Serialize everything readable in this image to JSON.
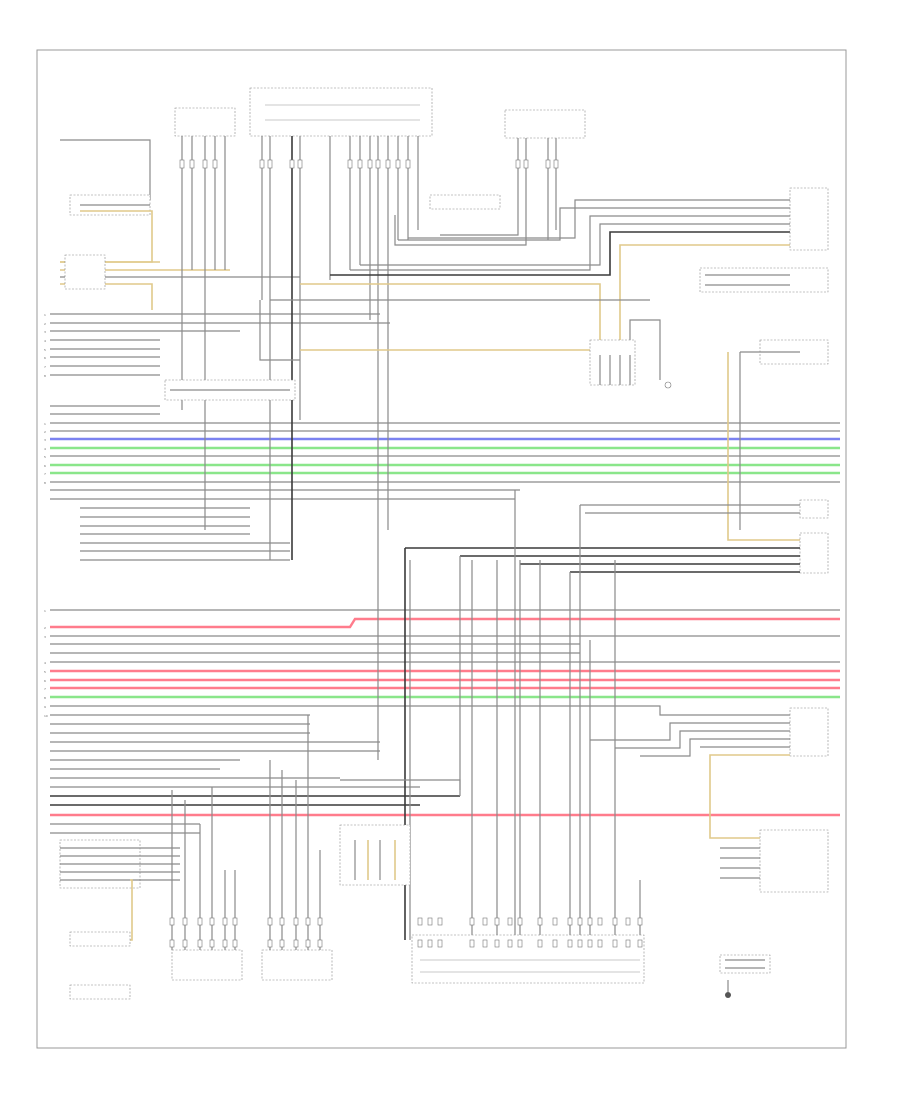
{
  "page_label": "",
  "components": [
    {
      "id": "left-lamp-unit",
      "lines": [
        "",
        "",
        ""
      ]
    },
    {
      "id": "top-center-module",
      "lines": [
        "",
        "",
        ""
      ]
    },
    {
      "id": "top-right-module",
      "lines": [
        "",
        "",
        ""
      ]
    },
    {
      "id": "left-top-sensor",
      "lines": [
        "",
        ""
      ]
    },
    {
      "id": "left-sensor-2",
      "lines": [
        "",
        ""
      ]
    },
    {
      "id": "joint-connector-1",
      "lines": [
        "",
        ""
      ]
    },
    {
      "id": "joint-connector-2",
      "lines": [
        "",
        ""
      ]
    },
    {
      "id": "right-module-1",
      "lines": [
        "",
        ""
      ]
    },
    {
      "id": "right-module-2",
      "lines": [
        "",
        ""
      ]
    },
    {
      "id": "bottom-module-1",
      "lines": [
        "",
        "",
        ""
      ]
    },
    {
      "id": "bottom-module-2",
      "lines": [
        "",
        "",
        ""
      ]
    },
    {
      "id": "bottom-module-3",
      "lines": [
        "",
        ""
      ]
    },
    {
      "id": "ground-point",
      "lines": [
        "",
        ""
      ]
    }
  ],
  "wire_colors": {
    "gray": "#8a8a8a",
    "dark": "#3a3a3a",
    "blue": "#7b82f0",
    "green": "#8ae68a",
    "pink": "#ff7c8c",
    "yellow": "#e0c98a"
  }
}
